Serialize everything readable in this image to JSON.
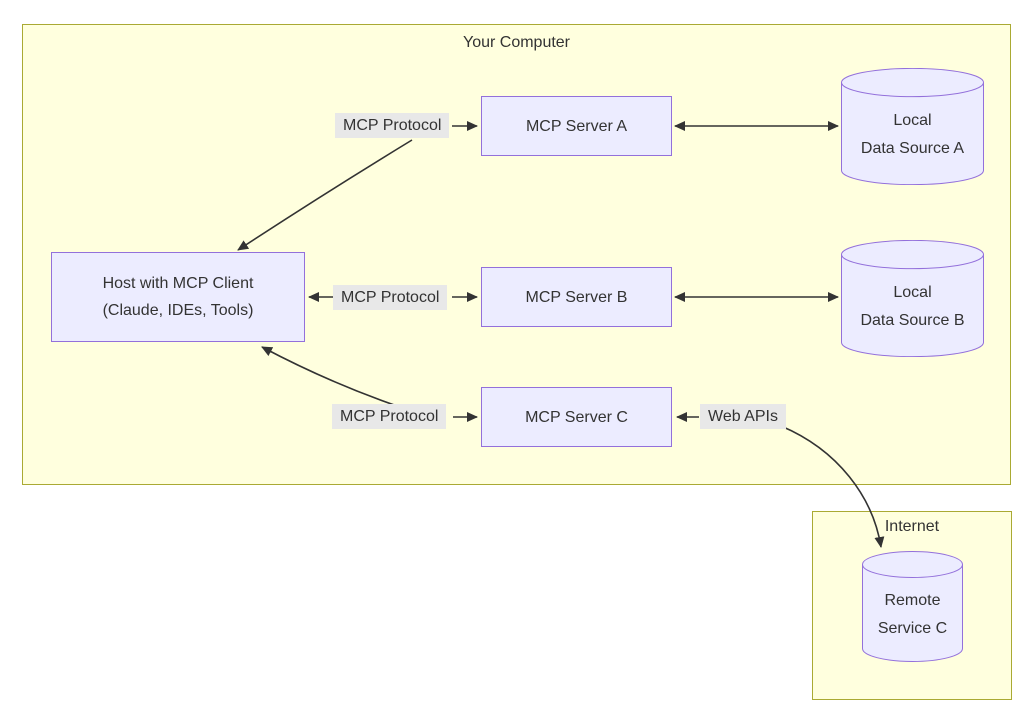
{
  "clusters": {
    "your_computer": {
      "label": "Your Computer"
    },
    "internet": {
      "label": "Internet"
    }
  },
  "nodes": {
    "host": {
      "label": "Host with MCP Client\n(Claude, IDEs, Tools)",
      "shape": "rect"
    },
    "mcp_server_a": {
      "label": "MCP Server A",
      "shape": "rect"
    },
    "mcp_server_b": {
      "label": "MCP Server B",
      "shape": "rect"
    },
    "mcp_server_c": {
      "label": "MCP Server C",
      "shape": "rect"
    },
    "local_data_source_a": {
      "label": "Local\nData Source A",
      "shape": "cylinder"
    },
    "local_data_source_b": {
      "label": "Local\nData Source B",
      "shape": "cylinder"
    },
    "remote_service_c": {
      "label": "Remote\nService C",
      "shape": "cylinder"
    }
  },
  "edges": [
    {
      "from": "host",
      "to": "mcp_server_a",
      "label": "MCP Protocol",
      "style": "bidirectional"
    },
    {
      "from": "host",
      "to": "mcp_server_b",
      "label": "MCP Protocol",
      "style": "bidirectional"
    },
    {
      "from": "host",
      "to": "mcp_server_c",
      "label": "MCP Protocol",
      "style": "bidirectional"
    },
    {
      "from": "mcp_server_a",
      "to": "local_data_source_a",
      "label": "",
      "style": "bidirectional"
    },
    {
      "from": "mcp_server_b",
      "to": "local_data_source_b",
      "label": "",
      "style": "bidirectional"
    },
    {
      "from": "mcp_server_c",
      "to": "remote_service_c",
      "label": "Web APIs",
      "style": "bidirectional"
    }
  ],
  "colors": {
    "cluster_fill": "#ffffde",
    "cluster_border": "#aaaa33",
    "node_fill": "#ececff",
    "node_border": "#9370db",
    "edge_label_bg": "#e8e8e8",
    "line": "#333333",
    "text": "#333333",
    "background": "#ffffff"
  }
}
